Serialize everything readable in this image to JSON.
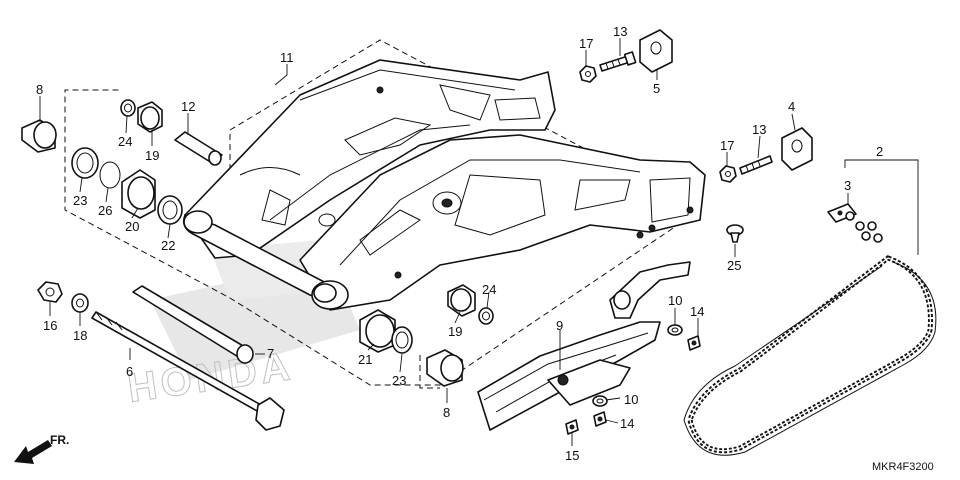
{
  "diagram_code": "MKR4F3200",
  "direction_label": "FR.",
  "watermark": "HONDA",
  "callouts": {
    "c1": "2",
    "c2": "3",
    "c3": "4",
    "c4": "5",
    "c5": "6",
    "c6": "7",
    "c7": "8",
    "c8": "8",
    "c9": "9",
    "c10": "10",
    "c11": "10",
    "c12": "11",
    "c13": "12",
    "c14": "13",
    "c15": "13",
    "c16": "14",
    "c17": "14",
    "c18": "15",
    "c19": "16",
    "c20": "17",
    "c21": "17",
    "c22": "18",
    "c23": "19",
    "c24": "19",
    "c25": "20",
    "c26": "21",
    "c27": "22",
    "c28": "23",
    "c29": "23",
    "c30": "24",
    "c31": "24",
    "c32": "25",
    "c33": "26"
  }
}
